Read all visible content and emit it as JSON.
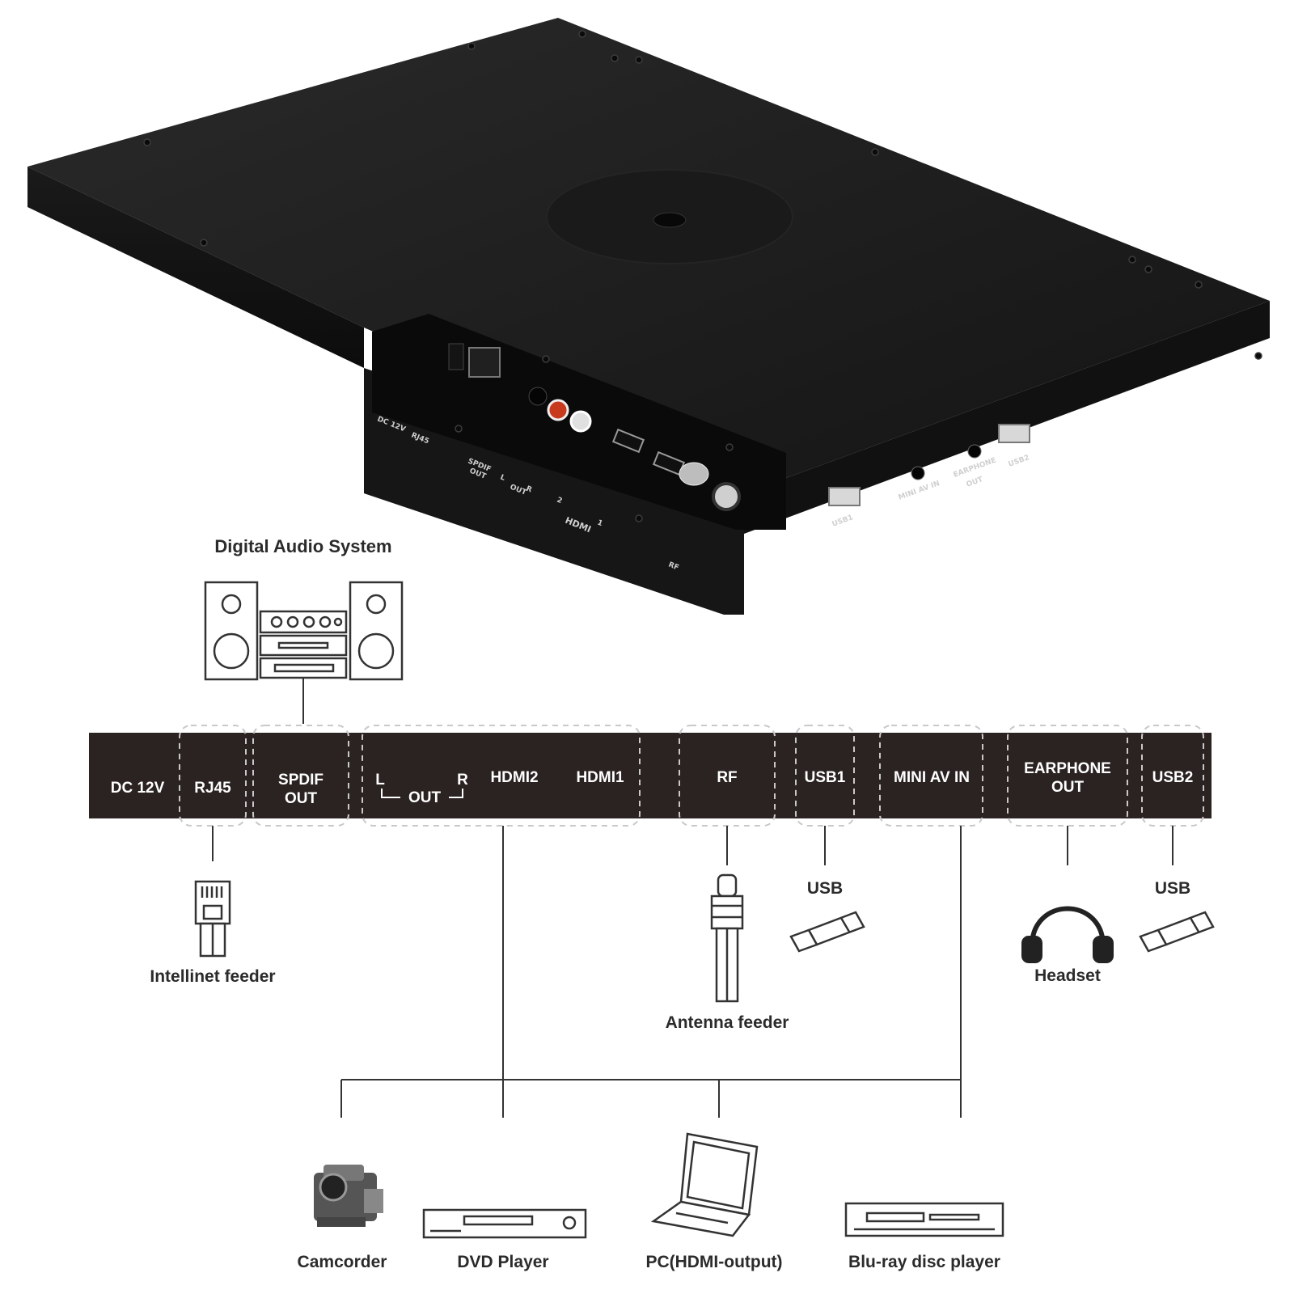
{
  "device": {
    "port_labels": {
      "dc": "DC 12V",
      "rj45": "RJ45",
      "spdif_1": "SPDIF",
      "spdif_2": "OUT",
      "out_l": "L",
      "out_word": "OUT",
      "out_r": "R",
      "hdmi_2": "2",
      "hdmi_1": "1",
      "hdmi": "HDMI",
      "rf": "RF",
      "usb1": "USB1",
      "mini_av": "MINI AV IN",
      "earphone_1": "EARPHONE",
      "earphone_2": "OUT",
      "usb2": "USB2"
    }
  },
  "diagram": {
    "audio_system_title": "Digital Audio System",
    "bar": {
      "dc": "DC 12V",
      "rj45": "RJ45",
      "spdif_line1": "SPDIF",
      "spdif_line2": "OUT",
      "out_l": "L",
      "out_word": "OUT",
      "out_r": "R",
      "hdmi2": "HDMI2",
      "hdmi1": "HDMI1",
      "rf": "RF",
      "usb1": "USB1",
      "mini_av": "MINI AV IN",
      "earphone_line1": "EARPHONE",
      "earphone_line2": "OUT",
      "usb2": "USB2"
    },
    "peripherals": {
      "intellinet": "Intellinet feeder",
      "antenna": "Antenna feeder",
      "usb_left": "USB",
      "usb_right": "USB",
      "headset": "Headset",
      "camcorder": "Camcorder",
      "dvd": "DVD Player",
      "pc": "PC(HDMI-output)",
      "bluray": "Blu-ray disc player"
    },
    "colors": {
      "bar": "#2b2222",
      "device": "#1c1c1c",
      "line": "#3a3a3a",
      "text": "#2b2b2b"
    }
  }
}
